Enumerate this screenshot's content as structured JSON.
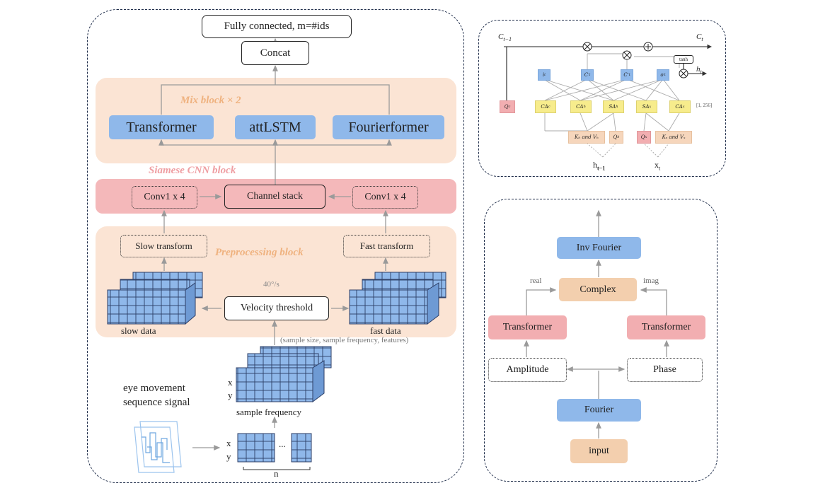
{
  "left": {
    "top_box": "Fully connected, m=#ids",
    "concat": "Concat",
    "mix_block_title": "Mix block × 2",
    "mix_items": [
      "Transformer",
      "attLSTM",
      "Fourierformer"
    ],
    "siamese_title": "Siamese CNN block",
    "conv_left": "Conv1 x 4",
    "channel_stack": "Channel stack",
    "conv_right": "Conv1 x 4",
    "slow_transform": "Slow transform",
    "fast_transform": "Fast transform",
    "preprocessing_title": "Preprocessing block",
    "velocity_threshold": "Velocity threshold",
    "threshold_value": "40°/s",
    "slow_data": "slow data",
    "fast_data": "fast data",
    "shape_label": "(sample size, sample frequency, features)",
    "signal_label_1": "eye movement",
    "signal_label_2": "sequence signal",
    "axis_x": "x",
    "axis_y": "y",
    "sample_frequency": "sample frequency",
    "n_label": "n",
    "dots": "..."
  },
  "top_right": {
    "c_prev": "C",
    "c_prev_sub": "t−1",
    "c_t": "C",
    "c_t_sub": "t",
    "h_t": "h",
    "h_t_sub": "t",
    "tanh": "tanh",
    "gates": [
      {
        "main": "i",
        "sub": "t"
      },
      {
        "main": "C",
        "sub": "t",
        "sup": "′"
      },
      {
        "main": "C",
        "sub": "t",
        "sup": "″"
      },
      {
        "main": "o",
        "sub": "t",
        "sup": "′"
      }
    ],
    "q_c": {
      "main": "Q",
      "sub": "c"
    },
    "attn": [
      {
        "main": "CA",
        "sub": "c"
      },
      {
        "main": "CA",
        "sub": "h"
      },
      {
        "main": "SA",
        "sub": "h"
      },
      {
        "main": "SA",
        "sub": "x"
      },
      {
        "main": "CA",
        "sub": "x"
      }
    ],
    "dim_label": "[1, 256]",
    "kv_h": "Kₕ and Vₕ",
    "q_h": {
      "main": "Q",
      "sub": "h"
    },
    "q_x": {
      "main": "Q",
      "sub": "x"
    },
    "kv_x": "Kₓ and Vₓ",
    "h_prev": "h",
    "h_prev_sub": "t−1",
    "x_t": "x",
    "x_t_sub": "t"
  },
  "bottom_right": {
    "inv_fourier": "Inv Fourier",
    "complex": "Complex",
    "real": "real",
    "imag": "imag",
    "transformer_left": "Transformer",
    "transformer_right": "Transformer",
    "amplitude": "Amplitude",
    "phase": "Phase",
    "fourier": "Fourier",
    "input": "input"
  },
  "colors": {
    "blue": "#8fb8ea",
    "pink": "#f2aeb1",
    "peach": "#f3cfae",
    "yellow": "#f7ec8c",
    "band_peach": "#fbe4d4",
    "band_pink": "#f4b8ba",
    "panel_border": "#1f2d4a",
    "arrow": "#9a9a9a"
  },
  "icons": [
    "multiply-circle-icon",
    "plus-circle-icon",
    "cube-grid-icon",
    "waveform-icon"
  ]
}
